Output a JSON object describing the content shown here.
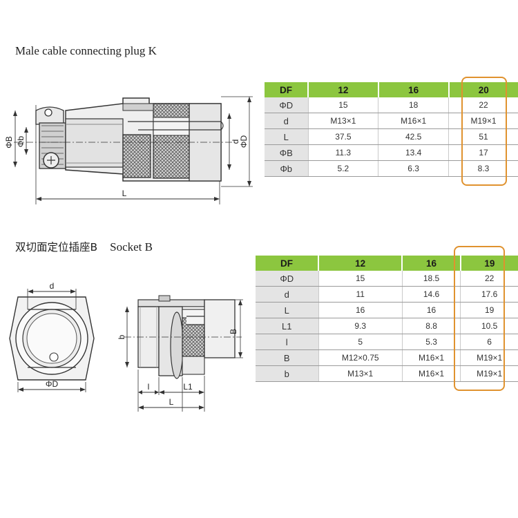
{
  "section_k": {
    "title": "Male cable connecting plug K",
    "dims": {
      "phiB": "ΦB",
      "phib": "Φb",
      "d": "d",
      "phiD": "ΦD",
      "L": "L"
    },
    "table": {
      "headers": [
        "DF",
        "12",
        "16",
        "20"
      ],
      "rows": [
        [
          "ΦD",
          "15",
          "18",
          "22"
        ],
        [
          "d",
          "M13×1",
          "M16×1",
          "M19×1"
        ],
        [
          "L",
          "37.5",
          "42.5",
          "51"
        ],
        [
          "ΦB",
          "11.3",
          "13.4",
          "17"
        ],
        [
          "Φb",
          "5.2",
          "6.3",
          "8.3"
        ]
      ],
      "highlight_column": "20",
      "highlight_color": "#e0922e"
    }
  },
  "section_b": {
    "title_cn": "双切面定位插座B",
    "title_en": "Socket B",
    "dims": {
      "d": "d",
      "phiD": "ΦD",
      "b": "b",
      "B": "B",
      "l": "l",
      "L1": "L1",
      "L": "L"
    },
    "table": {
      "headers": [
        "DF",
        "12",
        "16",
        "19"
      ],
      "rows": [
        [
          "ΦD",
          "15",
          "18.5",
          "22"
        ],
        [
          "d",
          "11",
          "14.6",
          "17.6"
        ],
        [
          "L",
          "16",
          "16",
          "19"
        ],
        [
          "L1",
          "9.3",
          "8.8",
          "10.5"
        ],
        [
          "l",
          "5",
          "5.3",
          "6"
        ],
        [
          "B",
          "M12×0.75",
          "M16×1",
          "M19×1"
        ],
        [
          "b",
          "M13×1",
          "M16×1",
          "M19×1"
        ]
      ],
      "highlight_column": "19",
      "highlight_color": "#e0922e"
    }
  },
  "colors": {
    "header_green": "#8cc63f",
    "row_header_gray": "#e4e4e4",
    "highlight_orange": "#e0922e"
  }
}
